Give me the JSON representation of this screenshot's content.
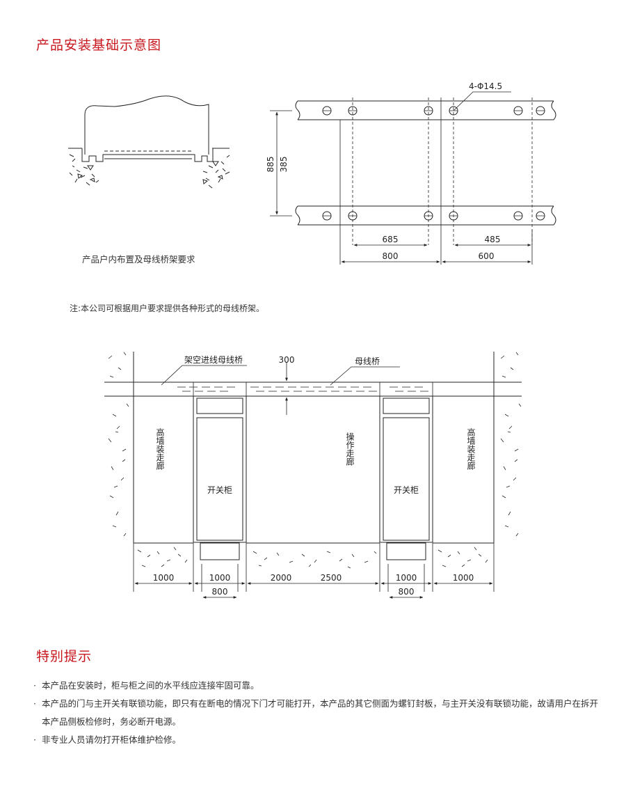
{
  "section_title_1": "产品安装基础示意图",
  "section_title_2": "特别提示",
  "diagram1": {
    "caption": "产品户内布置及母线桥架要求",
    "hole_label": "4-Φ14.5",
    "dim_885": "885",
    "dim_385": "385",
    "dim_685": "685",
    "dim_485": "485",
    "dim_800": "800",
    "dim_600": "600"
  },
  "note": "注:本公司可根据用户要求提供各种形式的母线桥架。",
  "diagram2": {
    "label_overhead_bridge": "架空进线母线桥",
    "label_300": "300",
    "label_busbar_bridge": "母线桥",
    "label_corridor_left": "高墙装走廊",
    "label_cabinet_left": "开关柜",
    "label_operation_corridor": "操作走廊",
    "label_cabinet_right": "开关柜",
    "label_corridor_right": "高墙装走廊",
    "dims_top": [
      "1000",
      "1000",
      "2000",
      "2500",
      "1000",
      "1000"
    ],
    "dims_bottom": [
      "800",
      "800"
    ]
  },
  "tips": [
    "本产品在安装时，柜与柜之间的水平线应连接牢固可靠。",
    "本产品的门与主开关有联锁功能，即只有在断电的情况下门才可能打开，本产品的其它侧面为螺钉封板，与主开关没有联锁功能，故请用户在拆开本产品侧板检修时，务必断开电源。",
    "非专业人员请勿打开柜体维护检修。"
  ]
}
